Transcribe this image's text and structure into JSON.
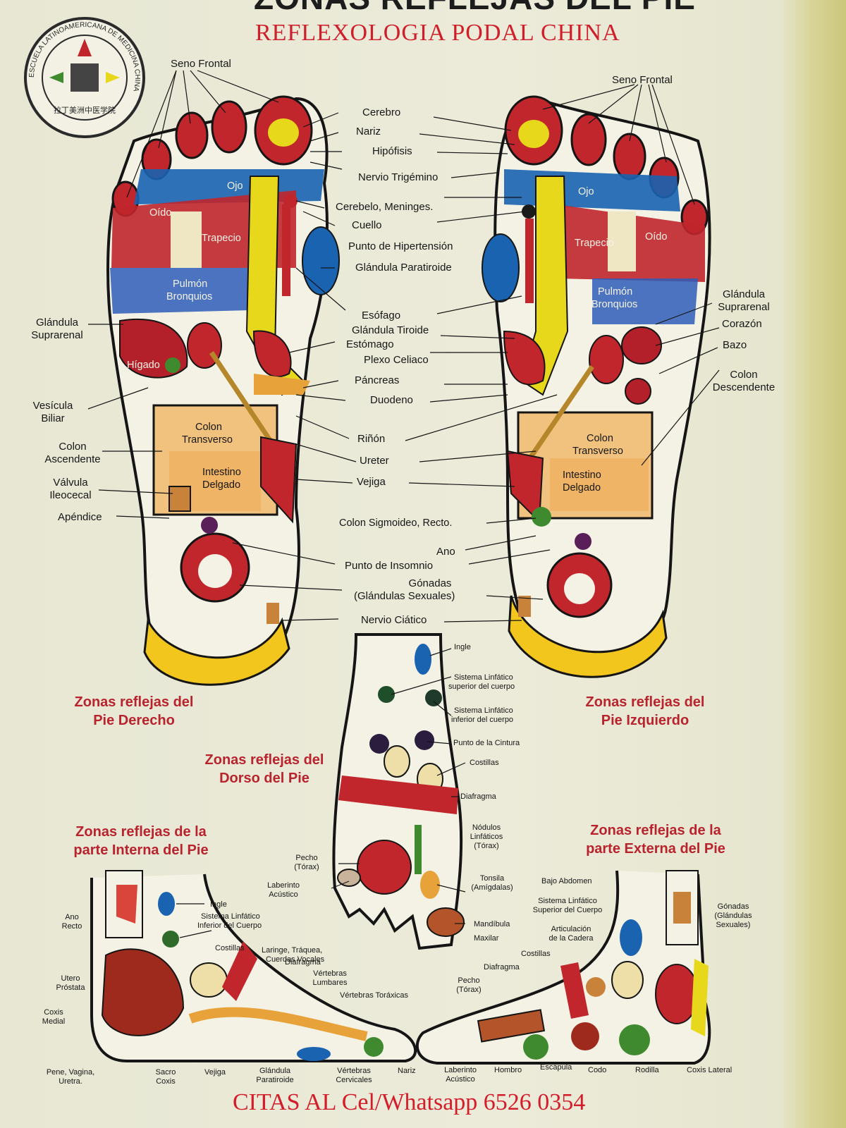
{
  "header": {
    "title": "ZONAS REFLEJAS DEL PIE",
    "subtitle": "REFLEXOLOGIA PODAL CHINA"
  },
  "seal": {
    "ring_text": "ESCUELA LATINOAMERICANA DE MEDICINA CHINA",
    "inner_text": "拉丁美洲中医学院"
  },
  "soles": {
    "center_labels": [
      "Cerebro",
      "Nariz",
      "Hipófisis",
      "Nervio Trigémino",
      "Cerebelo, Meninges.",
      "Cuello",
      "Punto de Hipertensión",
      "Glándula Paratiroide",
      "Esófago",
      "Glándula Tiroide",
      "Estómago",
      "Plexo Celiaco",
      "Páncreas",
      "Duodeno",
      "Riñón",
      "Ureter",
      "Vejiga",
      "Colon Sigmoideo, Recto.",
      "Ano",
      "Punto de Insomnio",
      "Gónadas",
      "(Glándulas Sexuales)",
      "Nervio Ciático"
    ],
    "right_foot": {
      "title_line1": "Zonas reflejas del",
      "title_line2": "Pie Derecho",
      "seno_frontal": "Seno Frontal",
      "glandula_suprarenal_1": "Glándula",
      "glandula_suprarenal_2": "Suprarenal",
      "vesicula_1": "Vesícula",
      "vesicula_2": "Biliar",
      "colon_asc_1": "Colon",
      "colon_asc_2": "Ascendente",
      "valvula_1": "Válvula",
      "valvula_2": "Ileocecal",
      "apendice": "Apéndice",
      "in_foot": {
        "oido": "Oído",
        "ojo": "Ojo",
        "trapecio": "Trapecio",
        "pulmon": "Pulmón",
        "bronquios": "Bronquios",
        "higado": "Hígado",
        "colon": "Colon",
        "transverso": "Transverso",
        "intestino": "Intestino",
        "delgado": "Delgado"
      }
    },
    "left_foot": {
      "title_line1": "Zonas reflejas del",
      "title_line2": "Pie Izquierdo",
      "seno_frontal": "Seno Frontal",
      "glandula_suprarenal_1": "Glándula",
      "glandula_suprarenal_2": "Suprarenal",
      "corazon": "Corazón",
      "bazo": "Bazo",
      "colon_desc_1": "Colon",
      "colon_desc_2": "Descendente",
      "in_foot": {
        "ojo": "Ojo",
        "trapecio": "Trapecio",
        "oido": "Oído",
        "pulmon": "Pulmón",
        "bronquios": "Bronquios",
        "colon": "Colon",
        "transverso": "Transverso",
        "intestino": "Intestino",
        "delgado": "Delgado"
      }
    }
  },
  "dorsum": {
    "title_line1": "Zonas reflejas del",
    "title_line2": "Dorso del Pie",
    "ingle": "Ingle",
    "linf_sup_1": "Sistema Linfático",
    "linf_sup_2": "superior del cuerpo",
    "linf_inf_1": "Sistema Linfático",
    "linf_inf_2": "inferior del cuerpo",
    "cintura": "Punto de la Cintura",
    "costillas": "Costillas",
    "diafragma": "Diafragma",
    "nodulos_1": "Nódulos",
    "nodulos_2": "Linfáticos",
    "nodulos_3": "(Tórax)",
    "pecho_1": "Pecho",
    "pecho_2": "(Tórax)",
    "laberinto_1": "Laberinto",
    "laberinto_2": "Acústico",
    "tonsila_1": "Tonsila",
    "tonsila_2": "(Amígdalas)",
    "mandibula": "Mandíbula",
    "maxilar": "Maxilar"
  },
  "inner_side": {
    "title_line1": "Zonas reflejas de la",
    "title_line2": "parte Interna del Pie",
    "ano_1": "Ano",
    "ano_2": "Recto",
    "ingle": "Ingle",
    "linf_1": "Sistema Linfático",
    "linf_2": "Inferior del Cuerpo",
    "costillas": "Costillas",
    "laringe_1": "Laringe, Tráquea,",
    "laringe_2": "Cuerdas Vocales",
    "diafragma": "Diafragma",
    "lumbares_1": "Vértebras",
    "lumbares_2": "Lumbares",
    "toraxicas": "Vértebras Toráxicas",
    "utero_1": "Utero",
    "utero_2": "Próstata",
    "coxis_1": "Coxis",
    "coxis_2": "Medial",
    "pene_1": "Pene, Vagina,",
    "pene_2": "Uretra.",
    "sacro_1": "Sacro",
    "sacro_2": "Coxis",
    "vejiga": "Vejiga",
    "paratiroide_1": "Glándula",
    "paratiroide_2": "Paratiroide",
    "cervicales_1": "Vértebras",
    "cervicales_2": "Cervicales",
    "nariz": "Nariz"
  },
  "outer_side": {
    "title_line1": "Zonas reflejas de la",
    "title_line2": "parte Externa del Pie",
    "bajo_abdomen": "Bajo Abdomen",
    "linf_1": "Sistema Linfático",
    "linf_2": "Superior del Cuerpo",
    "gonadas_1": "Gónadas",
    "gonadas_2": "(Glándulas",
    "gonadas_3": "Sexuales)",
    "cadera_1": "Articulación",
    "cadera_2": "de la Cadera",
    "costillas": "Costillas",
    "diafragma": "Diafragma",
    "pecho_1": "Pecho",
    "pecho_2": "(Tórax)",
    "laberinto_1": "Laberinto",
    "laberinto_2": "Acústico",
    "hombro": "Hombro",
    "escapula": "Escápula",
    "codo": "Codo",
    "rodilla": "Rodilla",
    "coxis_lateral": "Coxis Lateral"
  },
  "footer": {
    "contact": "CITAS AL Cel/Whatsapp 6526 0354"
  },
  "colors": {
    "title_red": "#b8232e",
    "contact_red": "#d41d2a",
    "organ_red": "#c0262c",
    "organ_blue": "#1a63b0",
    "organ_yellow": "#e8d81c",
    "organ_orange": "#e8a23a",
    "outline": "#151515",
    "background": "#ebeada"
  }
}
